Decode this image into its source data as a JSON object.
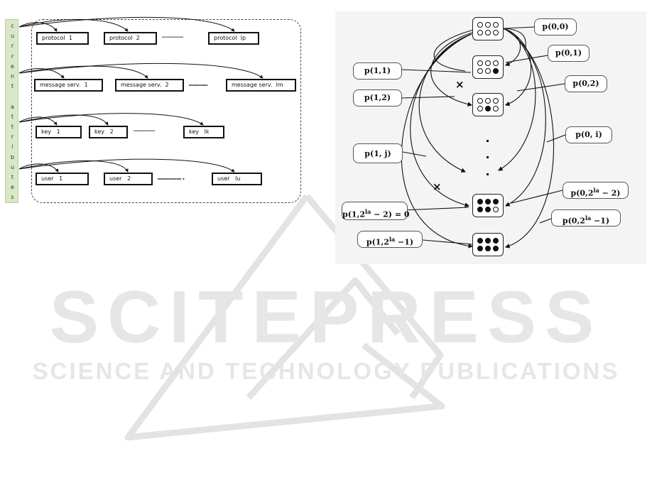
{
  "left_diagram": {
    "attribute_strip": [
      "c",
      "u",
      "r",
      "r",
      "e",
      "n",
      "t",
      "",
      "a",
      "t",
      "t",
      "r",
      "i",
      "b",
      "u",
      "t",
      "e",
      "s"
    ],
    "rows": [
      {
        "name": "protocol-row",
        "items": [
          "protocol  1",
          "protocol  2",
          "protocol  lp"
        ],
        "ellipsis": "……………"
      },
      {
        "name": "message-serv-row",
        "items": [
          "message serv.  1",
          "message serv.  2",
          "message serv.  lm"
        ],
        "ellipsis": "…………"
      },
      {
        "name": "key-row",
        "items": [
          "key   1",
          "key   2",
          "key   lk"
        ],
        "ellipsis": "……………"
      },
      {
        "name": "user-row",
        "items": [
          "user   1",
          "user   2",
          "user   lu"
        ],
        "ellipsis": "……………."
      }
    ]
  },
  "right_diagram": {
    "callouts": {
      "p00": "p(0,0)",
      "p01": "p(0,1)",
      "p11": "p(1,1)",
      "p02": "p(0,2)",
      "p12": "p(1,2)",
      "p0i": "p(0, i)",
      "p1j": "p(1, j)",
      "p02la2": "p(0,2 la − 2)",
      "p12la2": "p(1,2 la − 2) = 0",
      "p02la1": "p(0,2 la −1)",
      "p12la1": "p(1,2 la −1)"
    },
    "callout_parts": {
      "p02la2": {
        "pre": "p(0,2",
        "sup": "la",
        "post": " − 2)"
      },
      "p12la2": {
        "pre": "p(1,2",
        "sup": "la",
        "post": " − 2) = 0"
      },
      "p02la1": {
        "pre": "p(0,2",
        "sup": "la",
        "post": " −1)"
      },
      "p12la1": {
        "pre": "p(1,2",
        "sup": "la",
        "post": " −1)"
      }
    },
    "nodes": [
      {
        "name": "node-000000",
        "dots": [
          0,
          0,
          0,
          0,
          0,
          0
        ]
      },
      {
        "name": "node-000001",
        "dots": [
          0,
          0,
          0,
          0,
          0,
          1
        ]
      },
      {
        "name": "node-000010",
        "dots": [
          0,
          0,
          0,
          0,
          1,
          0
        ]
      },
      {
        "name": "node-111110",
        "dots": [
          1,
          1,
          1,
          1,
          1,
          0
        ]
      },
      {
        "name": "node-111111",
        "dots": [
          1,
          1,
          1,
          1,
          1,
          1
        ]
      }
    ],
    "x_mark": "×"
  },
  "watermark": {
    "title": "SCITEPRESS",
    "subtitle": "SCIENCE AND TECHNOLOGY PUBLICATIONS"
  }
}
